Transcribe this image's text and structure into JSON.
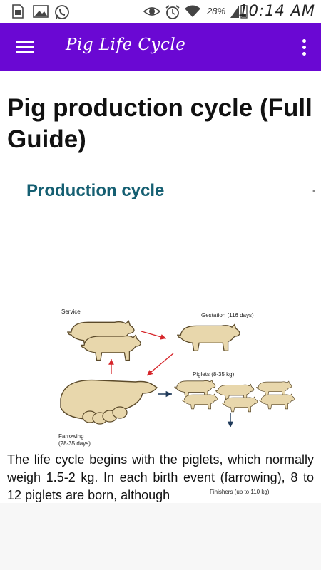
{
  "status_bar": {
    "time": "10:14 AM",
    "battery": "28%",
    "icons": [
      "sim-card-icon",
      "image-icon",
      "whatsapp-icon",
      "eye-icon",
      "alarm-icon",
      "wifi-icon",
      "signal-icon",
      "battery-icon"
    ]
  },
  "app_bar": {
    "title": "Pig Life Cycle",
    "menu_icon": "hamburger-menu-icon",
    "overflow_icon": "more-vert-icon"
  },
  "article": {
    "title": "Pig production cycle (Full Guide)",
    "body": "The life cycle begins with the piglets, which normally weigh 1.5-2 kg. In each birth event (farrowing), 8 to 12 piglets are born, although"
  },
  "figure": {
    "heading": "Production cycle",
    "labels": {
      "service": "Service",
      "gestation": "Gestation (116 days)",
      "piglets": "Piglets (8-35 kg)",
      "farrowing_1": "Farrowing",
      "farrowing_2": "(28-35 days)",
      "finishers": "Finishers (up to 110 kg)"
    },
    "colors": {
      "pig_fill": "#e8d7ac",
      "pig_stroke": "#5b4a2a",
      "arrow_red": "#d6262b",
      "arrow_navy": "#1f3a5a"
    }
  }
}
